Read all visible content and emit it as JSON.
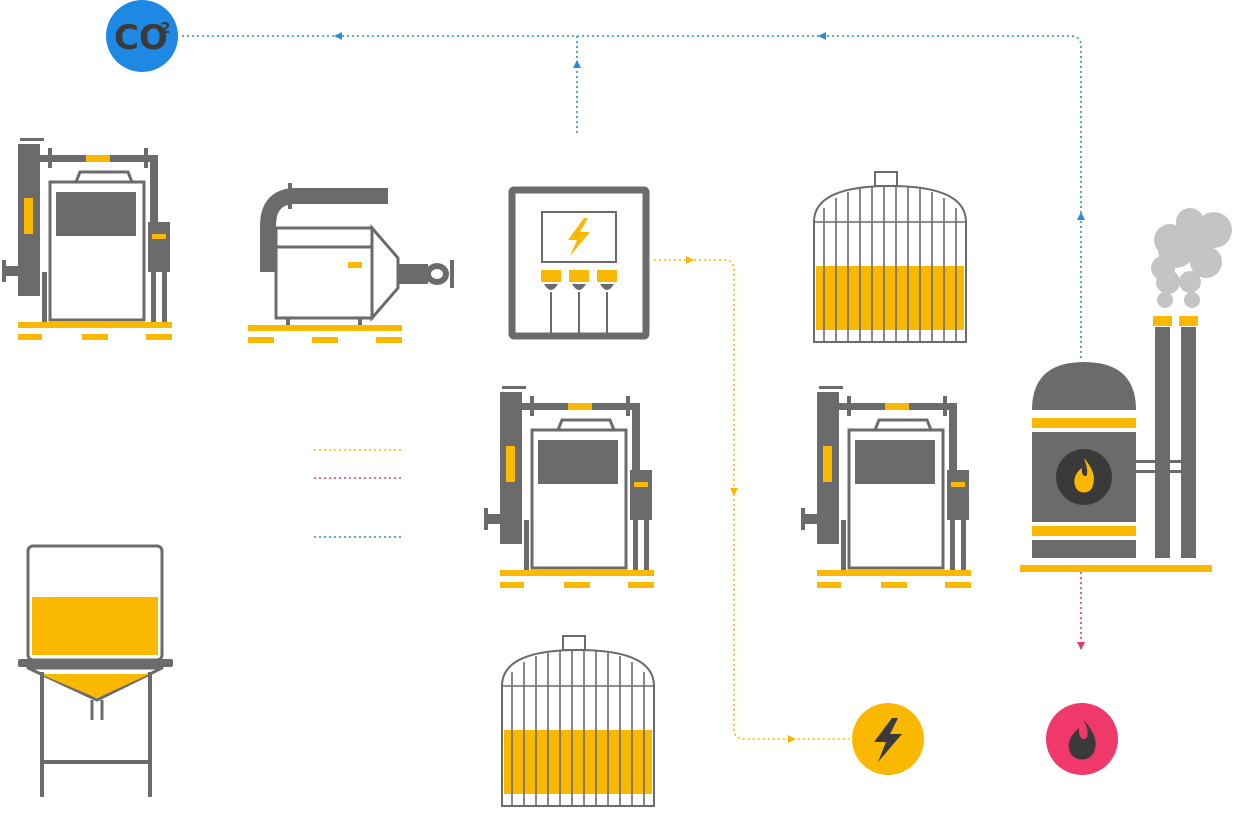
{
  "badges": {
    "co2_main": "CO",
    "co2_sup": "2"
  },
  "legend": [
    {
      "color": "#fbb800"
    },
    {
      "color": "#e63a6c"
    },
    {
      "color": "#2b8bd9"
    }
  ],
  "flows": [
    {
      "from": "electrical-cabinet",
      "to": "electricity-output",
      "color": "#fbb800"
    },
    {
      "from": "cogeneration-boiler",
      "to": "heat-output",
      "color": "#e63a6c"
    },
    {
      "from": "cogeneration-boiler",
      "to": "co2-emission",
      "color": "#2b8bd9"
    },
    {
      "from": "electrical-cabinet",
      "to": "co2-emission",
      "color": "#2b8bd9"
    }
  ],
  "icons": {
    "co2": "co2-icon",
    "electricity": "lightning-icon",
    "heat": "flame-icon",
    "boiler": "flame-icon"
  },
  "colors": {
    "gray": "#6b6b6b",
    "yellow": "#fbb800",
    "blue": "#1e88e5",
    "red": "#f0386b",
    "smoke": "#c4c4c4"
  }
}
